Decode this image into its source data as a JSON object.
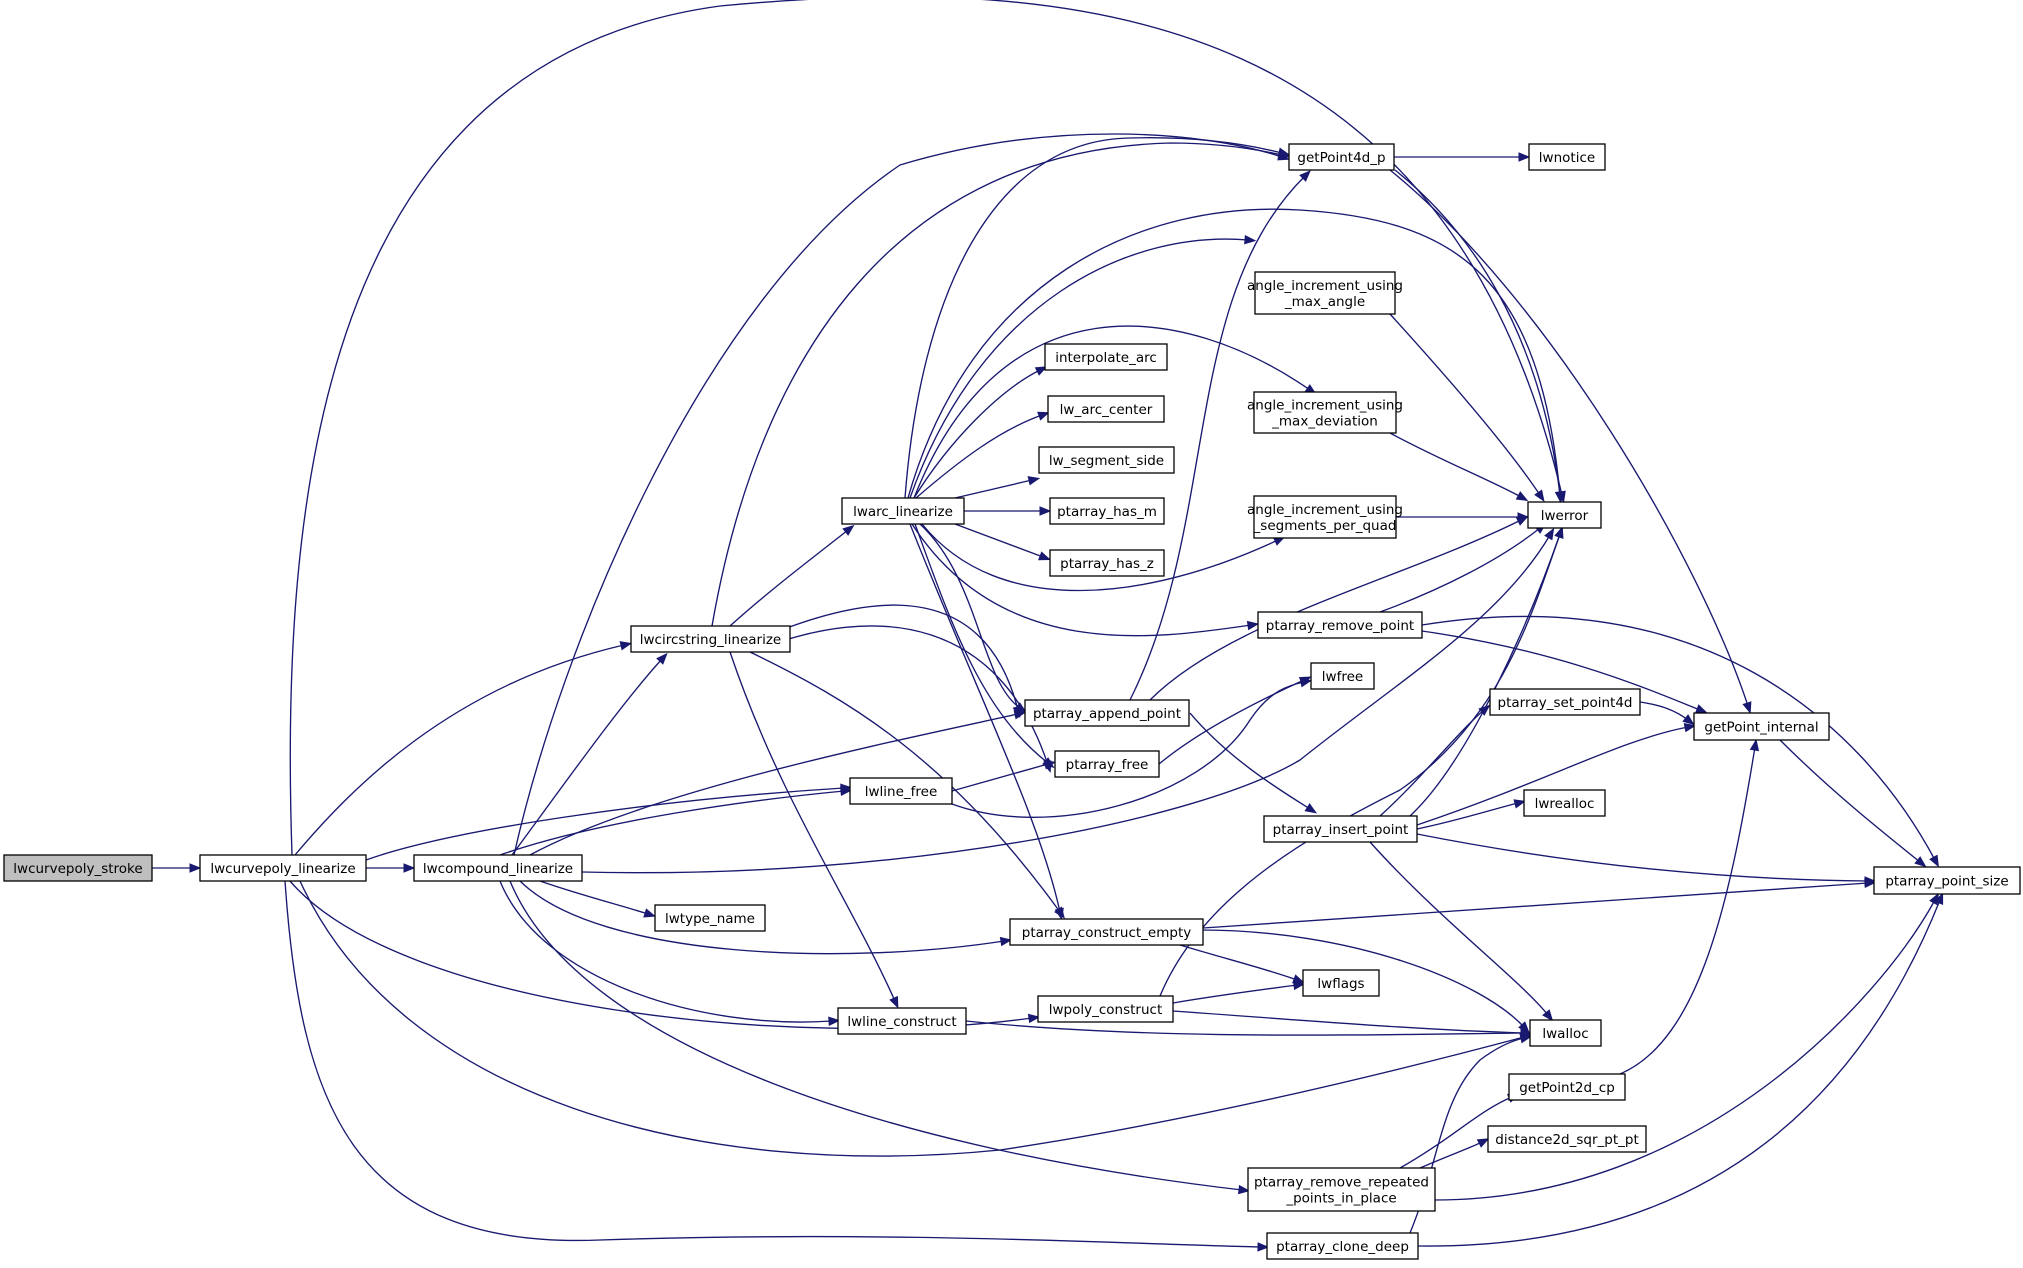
{
  "graph": {
    "edge_color": "#191970",
    "root_fill": "#bfbfbf",
    "nodes": [
      {
        "id": "stroke",
        "label": "lwcurvepoly_stroke",
        "root": true
      },
      {
        "id": "cpoly",
        "label": "lwcurvepoly_linearize"
      },
      {
        "id": "compound",
        "label": "lwcompound_linearize"
      },
      {
        "id": "circ",
        "label": "lwcircstring_linearize"
      },
      {
        "id": "arc",
        "label": "lwarc_linearize"
      },
      {
        "id": "gp4d",
        "label": "getPoint4d_p"
      },
      {
        "id": "notice",
        "label": "lwnotice"
      },
      {
        "id": "ai_angle",
        "label": "angle_increment_using\n_max_angle"
      },
      {
        "id": "interp",
        "label": "interpolate_arc"
      },
      {
        "id": "arccenter",
        "label": "lw_arc_center"
      },
      {
        "id": "segside",
        "label": "lw_segment_side"
      },
      {
        "id": "ai_dev",
        "label": "angle_increment_using\n_max_deviation"
      },
      {
        "id": "hasm",
        "label": "ptarray_has_m"
      },
      {
        "id": "ai_seg",
        "label": "angle_increment_using\n_segments_per_quad"
      },
      {
        "id": "lwerror",
        "label": "lwerror"
      },
      {
        "id": "hasz",
        "label": "ptarray_has_z"
      },
      {
        "id": "remove",
        "label": "ptarray_remove_point"
      },
      {
        "id": "lwfree",
        "label": "lwfree"
      },
      {
        "id": "append",
        "label": "ptarray_append_point"
      },
      {
        "id": "setp4d",
        "label": "ptarray_set_point4d"
      },
      {
        "id": "gpint",
        "label": "getPoint_internal"
      },
      {
        "id": "pfree",
        "label": "ptarray_free"
      },
      {
        "id": "lfree",
        "label": "lwline_free"
      },
      {
        "id": "insert",
        "label": "ptarray_insert_point"
      },
      {
        "id": "realloc",
        "label": "lwrealloc"
      },
      {
        "id": "ptsize",
        "label": "ptarray_point_size"
      },
      {
        "id": "typename",
        "label": "lwtype_name"
      },
      {
        "id": "cempty",
        "label": "ptarray_construct_empty"
      },
      {
        "id": "flags",
        "label": "lwflags"
      },
      {
        "id": "pconstruct",
        "label": "lwpoly_construct"
      },
      {
        "id": "lconstruct",
        "label": "lwline_construct"
      },
      {
        "id": "alloc",
        "label": "lwalloc"
      },
      {
        "id": "gp2d",
        "label": "getPoint2d_cp"
      },
      {
        "id": "dist",
        "label": "distance2d_sqr_pt_pt"
      },
      {
        "id": "rrp",
        "label": "ptarray_remove_repeated\n_points_in_place"
      },
      {
        "id": "clone",
        "label": "ptarray_clone_deep"
      }
    ]
  }
}
